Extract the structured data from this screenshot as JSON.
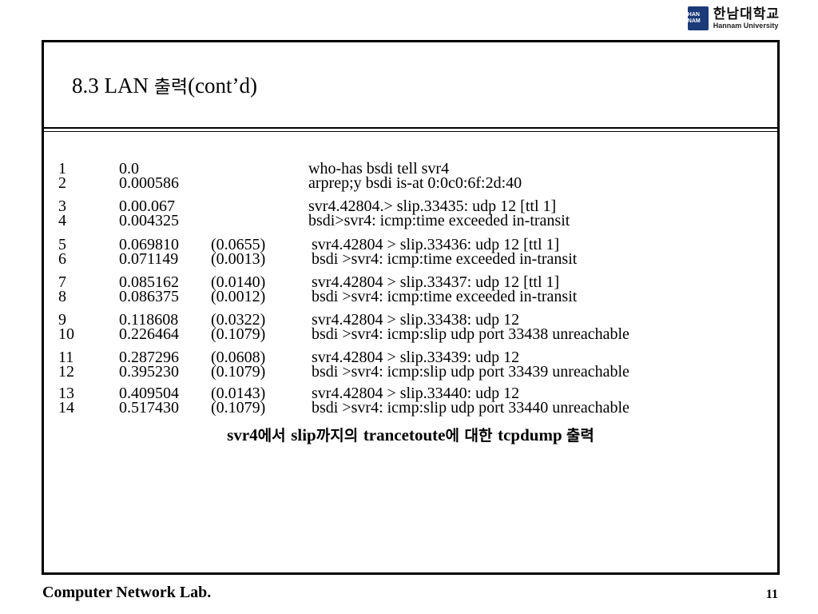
{
  "logo": {
    "emblem": "HAN NAM",
    "name_ko": "한남대학교",
    "name_en": "Hannam University"
  },
  "slide": {
    "title_prefix": "8.3 LAN ",
    "title_ko": "출력",
    "title_suffix": "(cont’d)"
  },
  "rows": [
    {
      "num": "1",
      "time": "0.0",
      "delta": "",
      "msg": "who-has bsdi tell svr4"
    },
    {
      "num": "2",
      "time": "0.000586",
      "delta": "",
      "msg": "arprep;y bsdi is-at 0:0c0:6f:2d:40"
    },
    {
      "num": "3",
      "time": "0.00.067",
      "delta": "",
      "msg": "svr4.42804.> slip.33435: udp 12 [ttl 1]"
    },
    {
      "num": "4",
      "time": "0.004325",
      "delta": "",
      "msg": "bsdi>svr4: icmp:time exceeded in-transit"
    },
    {
      "num": "5",
      "time": "0.069810",
      "delta": "(0.0655)",
      "msg": "svr4.42804 > slip.33436: udp 12 [ttl 1]"
    },
    {
      "num": "6",
      "time": "0.071149",
      "delta": "(0.0013)",
      "msg": "bsdi >svr4: icmp:time exceeded in-transit"
    },
    {
      "num": "7",
      "time": "0.085162",
      "delta": "(0.0140)",
      "msg": "svr4.42804 > slip.33437: udp 12 [ttl 1]"
    },
    {
      "num": "8",
      "time": "0.086375",
      "delta": "(0.0012)",
      "msg": "bsdi >svr4: icmp:time exceeded in-transit"
    },
    {
      "num": "9",
      "time": "0.118608",
      "delta": "(0.0322)",
      "msg": "svr4.42804 > slip.33438: udp 12"
    },
    {
      "num": "10",
      "time": "0.226464",
      "delta": "(0.1079)",
      "msg": "bsdi >svr4: icmp:slip udp port 33438 unreachable"
    },
    {
      "num": "11",
      "time": "0.287296",
      "delta": "(0.0608)",
      "msg": "svr4.42804 > slip.33439: udp 12"
    },
    {
      "num": "12",
      "time": "0.395230",
      "delta": "(0.1079)",
      "msg": "bsdi >svr4: icmp:slip udp port 33439 unreachable"
    },
    {
      "num": "13",
      "time": "0.409504",
      "delta": "(0.0143)",
      "msg": "svr4.42804 > slip.33440: udp 12"
    },
    {
      "num": "14",
      "time": "0.517430",
      "delta": "(0.1079)",
      "msg": "bsdi >svr4: icmp:slip udp port 33440 unreachable"
    }
  ],
  "caption": {
    "p1": "svr4",
    "k1": "에서 ",
    "p2": "slip",
    "k2": "까지의 ",
    "p3": "trancetoute",
    "k3": "에 대한 ",
    "p4": "tcpdump ",
    "k4": "출력"
  },
  "footer": {
    "lab": "Computer Network Lab.",
    "page": "11"
  }
}
